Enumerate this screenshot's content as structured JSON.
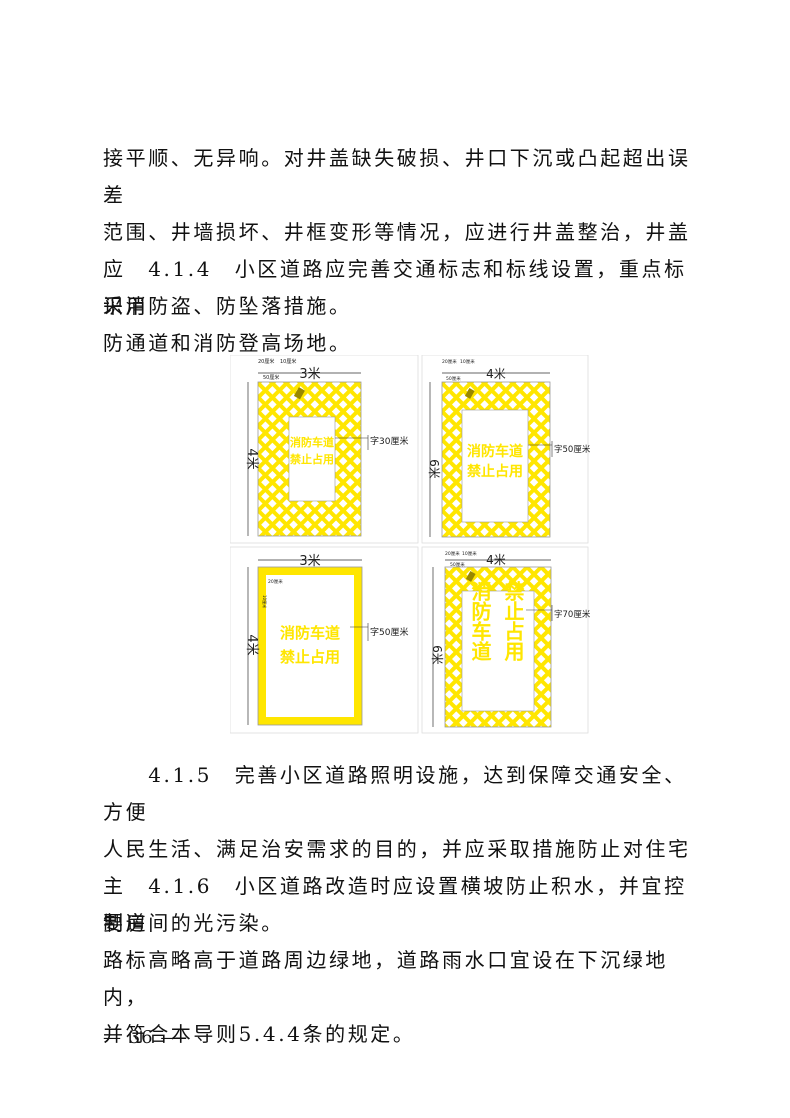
{
  "paragraphs": [
    {
      "id": "p1",
      "lines": [
        "接平顺、无异响。对井盖缺失破损、井口下沉或凸起超出误差",
        "范围、井墙损坏、井框变形等情况，应进行井盖整治，井盖应",
        "采用防盗、防坠落措施。"
      ]
    },
    {
      "id": "p2",
      "lines": [
        "　　4.1.4　小区道路应完善交通标志和标线设置，重点标识消",
        "防通道和消防登高场地。"
      ]
    },
    {
      "id": "p3",
      "lines": [
        "　　4.1.5　完善小区道路照明设施，达到保障交通安全、方便",
        "人民生活、满足治安需求的目的，并应采取措施防止对住宅主",
        "要房间的光污染。"
      ]
    },
    {
      "id": "p4",
      "lines": [
        "　　4.1.6　小区道路改造时应设置横坡防止积水，并宜控制道",
        "路标高略高于道路周边绿地，道路雨水口宜设在下沉绿地内，",
        "并符合本导则5.4.4条的规定。"
      ]
    }
  ],
  "figure": {
    "panels": [
      {
        "width_label": "3米",
        "height_label": "4米",
        "char_label": "字30厘米",
        "small_labels": [
          "20厘米",
          "10厘米",
          "50厘米"
        ],
        "sign_lines": [
          "消防车道",
          "禁止占用"
        ]
      },
      {
        "width_label": "4米",
        "height_label": "6米",
        "char_label": "字50厘米",
        "small_labels": [
          "20厘米",
          "10厘米",
          "50厘米"
        ],
        "sign_lines": [
          "消防车道",
          "禁止占用"
        ]
      },
      {
        "width_label": "3米",
        "height_label": "4米",
        "char_label": "字50厘米",
        "small_labels": [
          "20厘米",
          "10厘米"
        ],
        "sign_lines": [
          "消防车道",
          "禁止占用"
        ]
      },
      {
        "width_label": "4米",
        "height_label": "6米",
        "char_label": "字70厘米",
        "small_labels": [
          "20厘米",
          "10厘米",
          "50厘米"
        ],
        "sign_columns": [
          "消防车道",
          "禁止占用"
        ]
      }
    ],
    "colors": {
      "sign_yellow": "#ffe600",
      "outline": "#444444"
    }
  },
  "footer": {
    "page_number": "— 36 —"
  }
}
